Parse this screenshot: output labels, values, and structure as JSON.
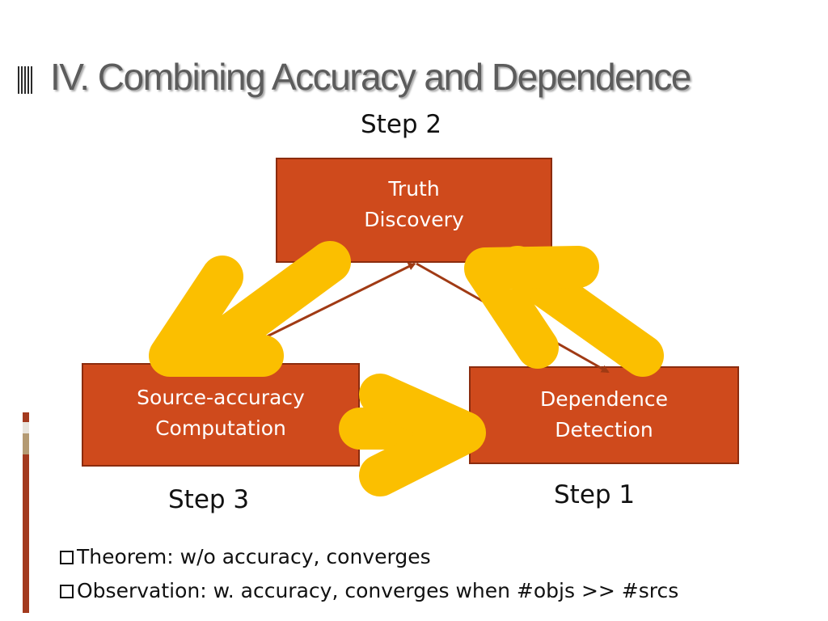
{
  "slide": {
    "title": "IV. Combining Accuracy and Dependence"
  },
  "diagram": {
    "boxes": {
      "truth_discovery": [
        "Truth",
        "Discovery"
      ],
      "source_accuracy": [
        "Source-accuracy",
        "Computation"
      ],
      "dependence_detection": [
        "Dependence",
        "Detection"
      ]
    },
    "steps": {
      "truth_discovery": "Step 2",
      "source_accuracy": "Step 3",
      "dependence_detection": "Step 1"
    }
  },
  "bullets": [
    "Theorem: w/o accuracy, converges",
    "Observation: w. accuracy, converges when #objs >> #srcs"
  ],
  "colors": {
    "box_fill": "#cf4a1c",
    "box_border": "#8b2c0e",
    "link_arrow": "#a03a14",
    "flow_arrow": "#fbbf00",
    "title_text": "#5c5c5c",
    "accent_bar": "#a33a1e"
  },
  "icons": {
    "title_mark": "vertical-bars-icon",
    "bullet": "square-bullet-icon",
    "flow_arrows": "yellow-arrow-icon"
  }
}
